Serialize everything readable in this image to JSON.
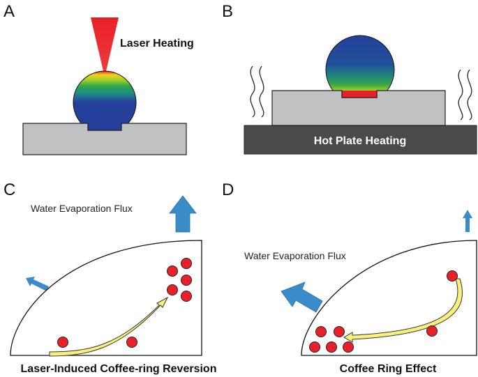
{
  "panels": {
    "a": {
      "letter": "A",
      "label": "Laser Heating"
    },
    "b": {
      "letter": "B",
      "label": "Hot Plate Heating"
    },
    "c": {
      "letter": "C",
      "flux_label": "Water Evaporation Flux",
      "caption": "Laser-Induced Coffee-ring Reversion"
    },
    "d": {
      "letter": "D",
      "flux_label": "Water Evaporation Flux",
      "caption": "Coffee Ring Effect"
    }
  },
  "colors": {
    "substrate": "#c0c1c3",
    "hot_plate": "#4a4a4c",
    "droplet_blue": "#24409a",
    "particle": "#e8202a",
    "flux_arrow": "#3a8cc9",
    "flow_arrow": "#f8f07a",
    "laser": "#e82028"
  }
}
